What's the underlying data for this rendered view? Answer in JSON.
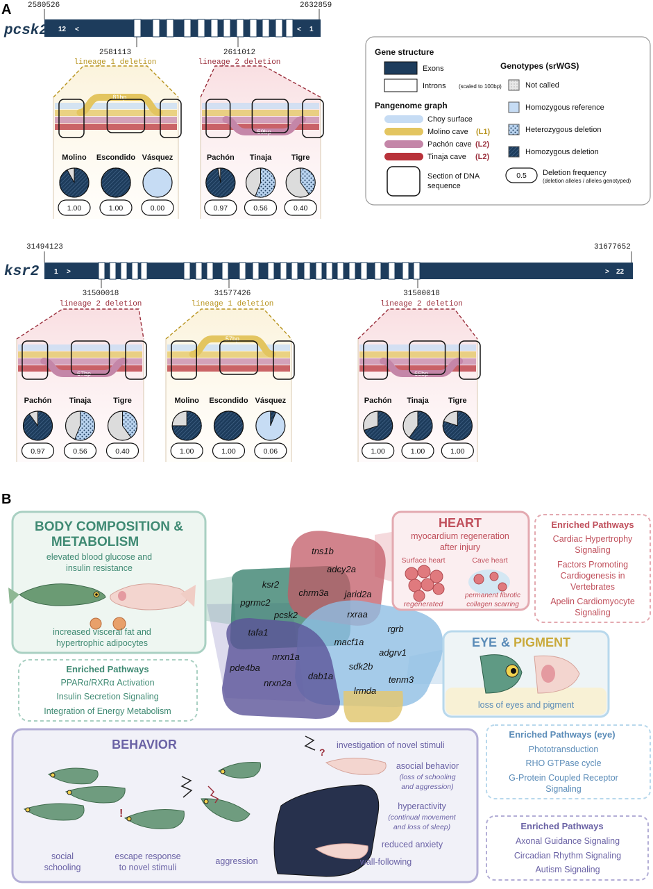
{
  "panel_a": {
    "letter": "A",
    "pcsk2": {
      "name": "pcsk2",
      "start": "2580526",
      "end": "2632859",
      "exon_left": "12",
      "exon_right": "1",
      "arrow_left": "<",
      "arrow_right": "<",
      "deletions": [
        {
          "coord": "2581113",
          "label": "lineage 1 deletion",
          "bp": "81bp",
          "pops": [
            {
              "name": "Molino",
              "freq": "1.00",
              "frac": 0.92
            },
            {
              "name": "Escondido",
              "freq": "1.00",
              "frac": 1.0
            },
            {
              "name": "Vásquez",
              "freq": "0.00",
              "frac": 0.0
            }
          ]
        },
        {
          "coord": "2611012",
          "label": "lineage 2 deletion",
          "bp": "59bp",
          "pops": [
            {
              "name": "Pachón",
              "freq": "0.97",
              "frac": 0.97
            },
            {
              "name": "Tinaja",
              "freq": "0.56",
              "frac": 0.56
            },
            {
              "name": "Tigre",
              "freq": "0.40",
              "frac": 0.4
            }
          ]
        }
      ]
    },
    "ksr2": {
      "name": "ksr2",
      "start": "31494123",
      "end": "31677652",
      "exon_left": "1",
      "exon_right": "22",
      "arrow_left": ">",
      "arrow_right": ">",
      "deletions": [
        {
          "coord": "31500018",
          "label": "lineage 2 deletion",
          "bp": "67bp",
          "pops": [
            {
              "name": "Pachón",
              "freq": "0.97",
              "frac": 0.9
            },
            {
              "name": "Tinaja",
              "freq": "0.56",
              "frac": 0.56
            },
            {
              "name": "Tigre",
              "freq": "0.40",
              "frac": 0.4
            }
          ]
        },
        {
          "coord": "31577426",
          "label": "lineage 1 deletion",
          "bp": "57bp",
          "pops": [
            {
              "name": "Molino",
              "freq": "1.00",
              "frac": 0.75
            },
            {
              "name": "Escondido",
              "freq": "1.00",
              "frac": 1.0
            },
            {
              "name": "Vásquez",
              "freq": "0.06",
              "frac": 0.06
            }
          ]
        },
        {
          "coord": "31500018",
          "label": "lineage 2 deletion",
          "bp": "66bp",
          "pops": [
            {
              "name": "Pachón",
              "freq": "1.00",
              "frac": 0.7
            },
            {
              "name": "Tinaja",
              "freq": "1.00",
              "frac": 0.6
            },
            {
              "name": "Tigre",
              "freq": "1.00",
              "frac": 0.8
            }
          ]
        }
      ]
    },
    "legend": {
      "gene_structure": "Gene structure",
      "exons": "Exons",
      "introns": "Introns",
      "introns_note": "(scaled to 100bp)",
      "pangenome": "Pangenome graph",
      "choy": "Choy surface",
      "molino": "Molino cave",
      "molino_tag": "(L1)",
      "pachon": "Pachón cave",
      "pachon_tag": "(L2)",
      "tinaja": "Tinaja cave",
      "tinaja_tag": "(L2)",
      "section": "Section of DNA",
      "section2": "sequence",
      "genotypes": "Genotypes (srWGS)",
      "not_called": "Not called",
      "hom_ref": "Homozygous reference",
      "het_del": "Heterozygous deletion",
      "hom_del": "Homozygous deletion",
      "freq_example": "0.5",
      "freq_label": "Deletion frequency",
      "freq_note": "(deletion alleles / alleles genotyped)"
    },
    "colors": {
      "navy": "#1d3c5c",
      "choy": "#c6dcf4",
      "molino": "#e3c560",
      "pachon": "#c486a8",
      "tinaja": "#b8323a",
      "lineage1": "#b8941f",
      "lineage2": "#9a2f3c"
    }
  },
  "panel_b": {
    "letter": "B",
    "body": {
      "title1": "BODY COMPOSITION &",
      "title2": "METABOLISM",
      "sub1": "elevated blood glucose and",
      "sub2": "insulin resistance",
      "foot1": "increased visceral fat and",
      "foot2": "hypertrophic adipocytes"
    },
    "body_pathways": {
      "title": "Enriched Pathways",
      "items": [
        "PPARα/RXRα Activation",
        "Insulin Secretion Signaling",
        "Integration of Energy Metabolism"
      ]
    },
    "heart": {
      "title": "HEART",
      "sub1": "myocardium regeneration",
      "sub2": "after injury",
      "surface": "Surface heart",
      "cave": "Cave heart",
      "regenerated": "regenerated",
      "scar1": "permanent fibrotic",
      "scar2": "collagen scarring"
    },
    "heart_pathways": {
      "title": "Enriched Pathways",
      "l1": "Cardiac Hypertrophy",
      "l2": "Signaling",
      "l3": "Factors Promoting",
      "l4": "Cardiogenesis in",
      "l5": "Vertebrates",
      "l6": "Apelin Cardiomyocyte",
      "l7": "Signaling"
    },
    "eye": {
      "title1": "EYE",
      "amp": "&",
      "title2": "PIGMENT",
      "sub": "loss of eyes and pigment"
    },
    "eye_pathways": {
      "title": "Enriched Pathways (eye)",
      "l1": "Phototransduction",
      "l2": "RHO GTPase cycle",
      "l3": "G-Protein Coupled Receptor",
      "l4": "Signaling"
    },
    "behavior": {
      "title": "BEHAVIOR",
      "novel": "investigation of novel stimuli",
      "asocial": "asocial behavior",
      "asocial_note1": "(loss of schooling",
      "asocial_note2": "and aggression)",
      "hyper": "hyperactivity",
      "hyper_note1": "(continual movement",
      "hyper_note2": "and loss of sleep)",
      "anxiety": "reduced anxiety",
      "wall": "wall-following",
      "social1": "social",
      "social2": "schooling",
      "escape1": "escape response",
      "escape2": "to novel stimuli",
      "aggression": "aggression"
    },
    "behavior_pathways": {
      "title": "Enriched Pathways",
      "items": [
        "Axonal Guidance Signaling",
        "Circadian Rhythm Signaling",
        "Autism Signaling"
      ]
    },
    "genes": [
      "tns1b",
      "adcy2a",
      "ksr2",
      "chrm3a",
      "jarid2a",
      "pgrmc2",
      "pcsk2",
      "rxraa",
      "rgrb",
      "tafa1",
      "macf1a",
      "adgrv1",
      "nrxn1a",
      "sdk2b",
      "pde4ba",
      "dab1a",
      "tenm3",
      "nrxn2a",
      "lrmda"
    ]
  }
}
